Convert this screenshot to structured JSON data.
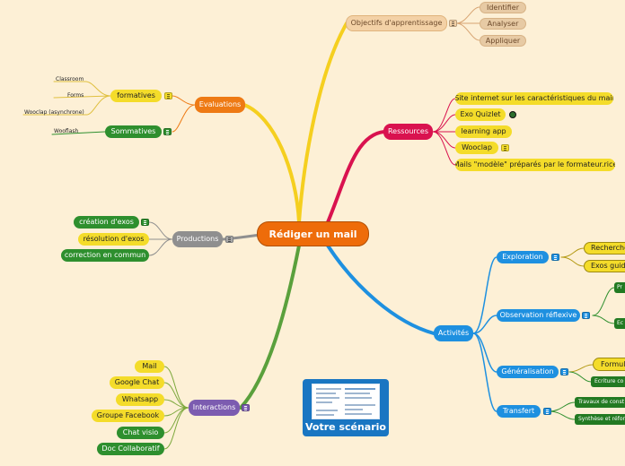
{
  "central": "Rédiger un mail",
  "branches": {
    "objectifs": {
      "label": "Objectifs d'apprentissage",
      "children": [
        "Identifier",
        "Analyser",
        "Appliquer"
      ]
    },
    "ressources": {
      "label": "Ressources",
      "children": [
        "Site internet sur les caractéristiques du mail",
        "Exo Quizlet",
        "learning app",
        "Wooclap",
        "Mails \"modèle\" préparés par le formateur.rice"
      ]
    },
    "evaluations": {
      "label": "Evaluations",
      "formatives": {
        "label": "formatives",
        "children": [
          "Classroom",
          "Forms",
          "Wooclap (asynchrone)"
        ]
      },
      "sommatives": {
        "label": "Sommatives",
        "children": [
          "Wooflash"
        ]
      }
    },
    "productions": {
      "label": "Productions",
      "children": [
        "création d'exos",
        "résolution d'exos",
        "correction en commun"
      ]
    },
    "interactions": {
      "label": "Interactions",
      "children": [
        "Mail",
        "Google Chat",
        "Whatsapp",
        "Groupe Facebook",
        "Chat visio",
        "Doc Collaboratif"
      ]
    },
    "activites": {
      "label": "Activités",
      "exploration": {
        "label": "Exploration",
        "children": [
          "Recherches",
          "Exos guidé"
        ]
      },
      "observation": {
        "label": "Observation réflexive",
        "children": [
          "Pr",
          "Ec"
        ]
      },
      "generalisation": {
        "label": "Généralisation",
        "children": [
          "Formula",
          "Ecriture co"
        ]
      },
      "transfert": {
        "label": "Transfert",
        "children": [
          "Travaux de const",
          "Synthèse et réfor"
        ]
      }
    }
  },
  "scenario_card": {
    "title": "Votre scénario"
  },
  "colors": {
    "background": "#fdf0d6",
    "central": "#ee6c0a",
    "objectifs": "#f5cf1f",
    "ressources": "#d9124f",
    "evaluations": "#ee7a14",
    "productions": "#8f8f8f",
    "interactions": "#7c5cb0",
    "activites": "#1e90e0",
    "scenario": "#1976c2"
  }
}
